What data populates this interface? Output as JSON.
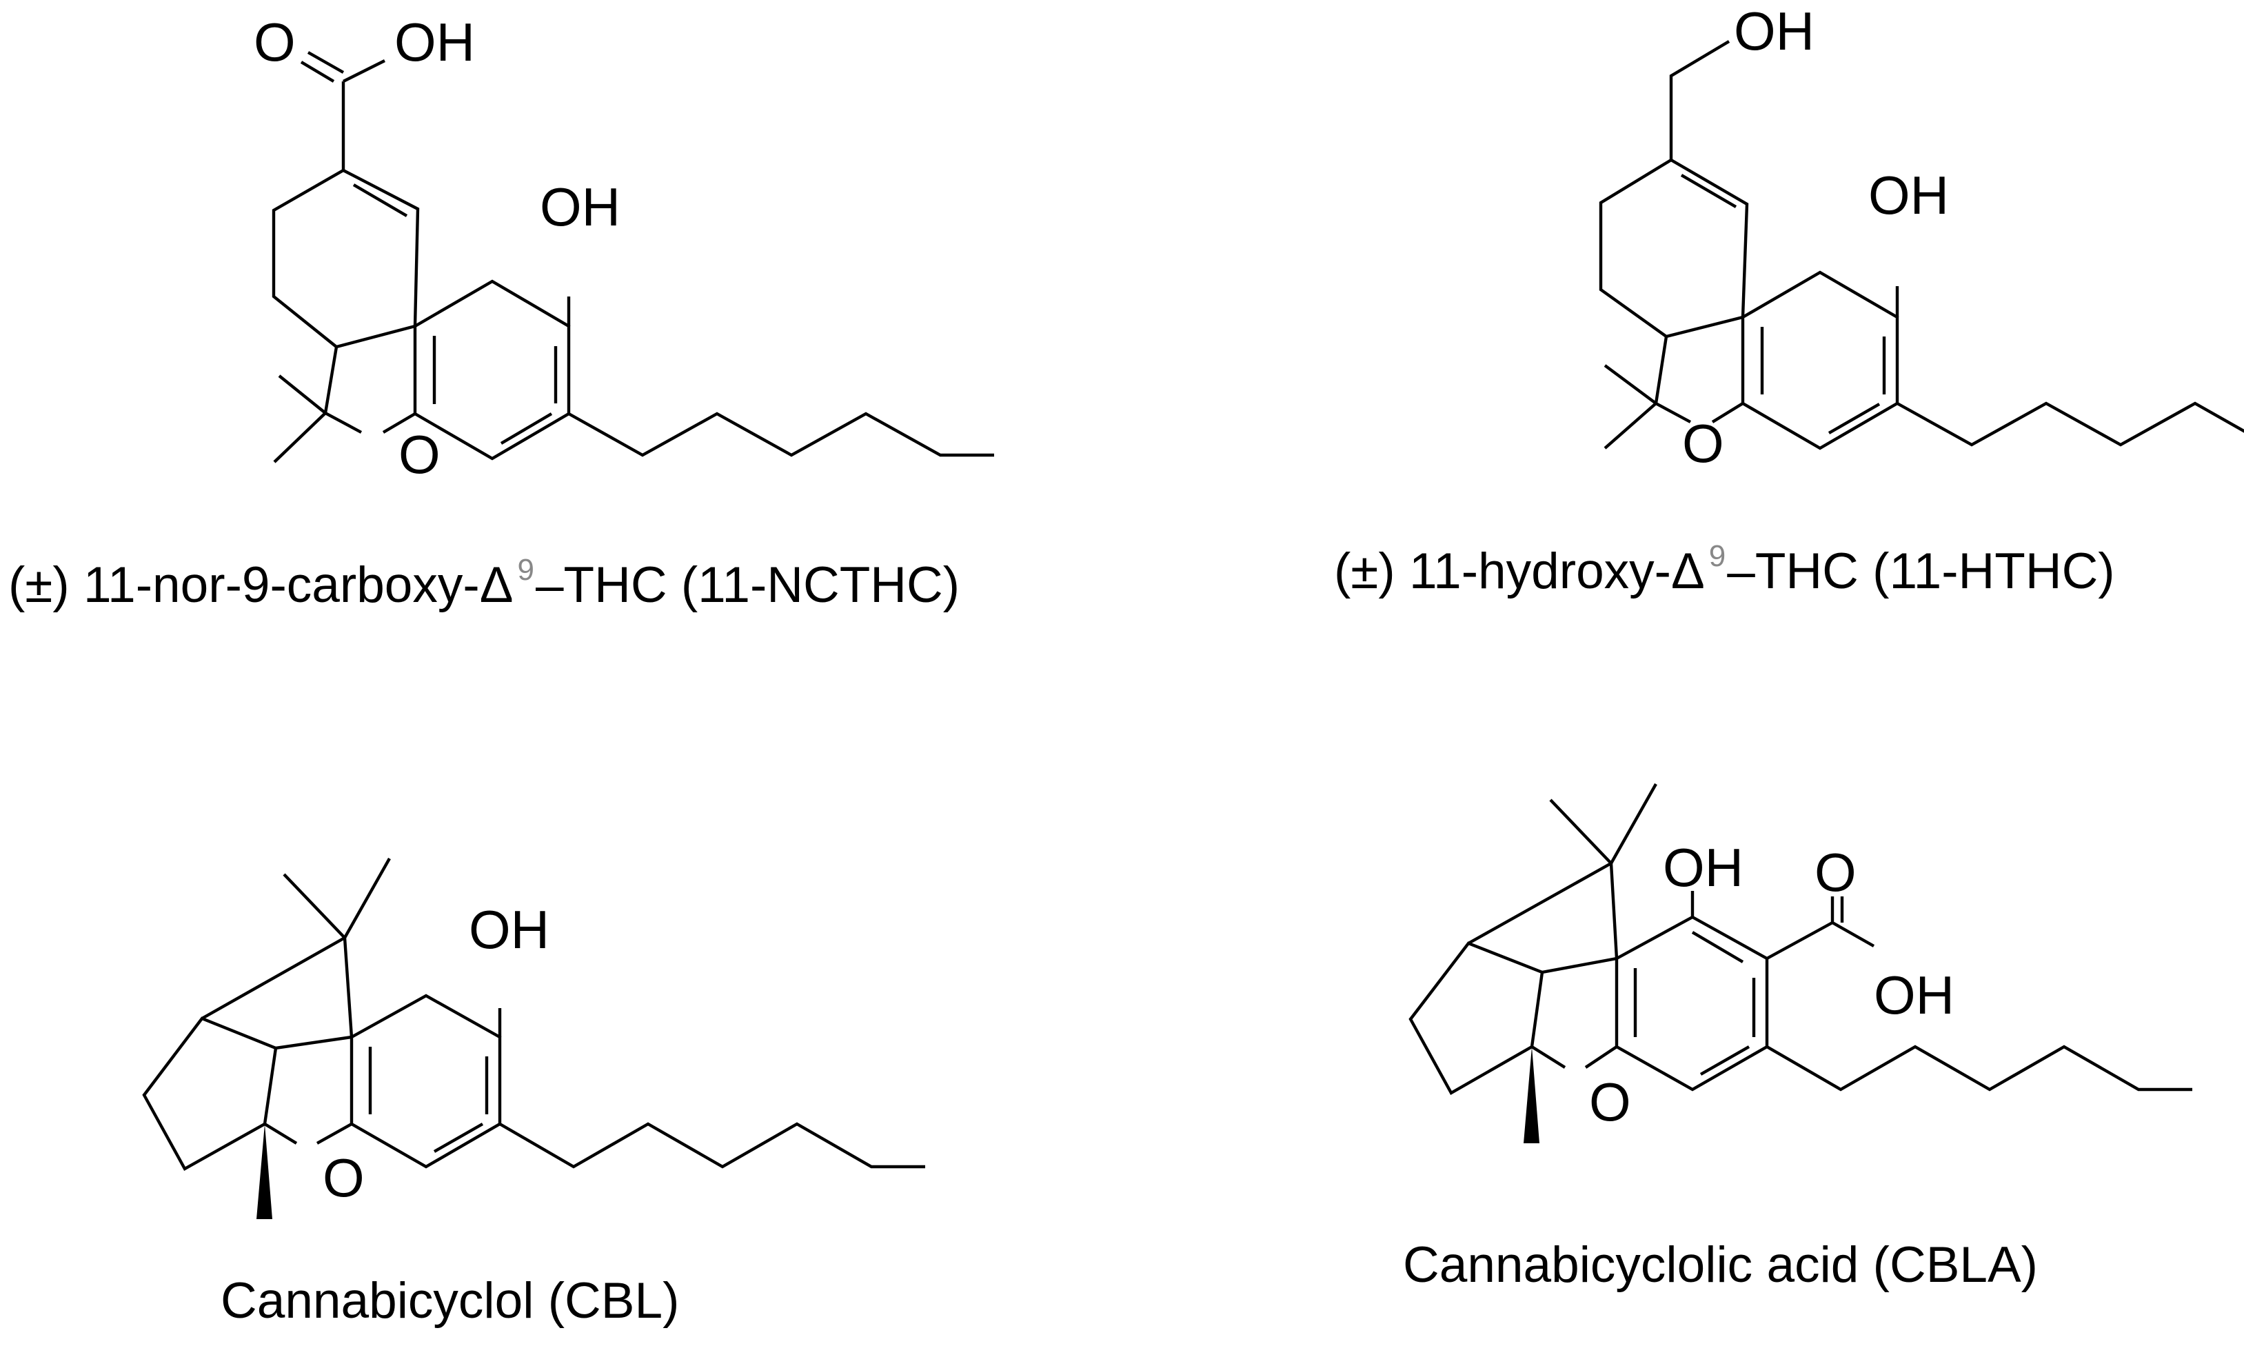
{
  "structures": [
    {
      "id": "a",
      "caption": {
        "prefix": "(±) 11-nor-9-carboxy-",
        "greek": "Δ",
        "sup": "9",
        "suffix": "–THC (11-NCTHC)"
      },
      "atoms": [
        "O",
        "OH",
        "OH",
        "O"
      ]
    },
    {
      "id": "b",
      "caption": {
        "prefix": "(±) 11-hydroxy-",
        "greek": "Δ",
        "sup": "9",
        "suffix": "–THC (11-HTHC)"
      },
      "atoms": [
        "OH",
        "OH",
        "O"
      ]
    },
    {
      "id": "c",
      "caption": {
        "prefix": "Cannabicyclol (CBL)",
        "greek": "",
        "sup": "",
        "suffix": ""
      },
      "atoms": [
        "OH",
        "O"
      ]
    },
    {
      "id": "d",
      "caption": {
        "prefix": "Cannabicyclolic acid (CBLA)",
        "greek": "",
        "sup": "",
        "suffix": ""
      },
      "atoms": [
        "OH",
        "O",
        "OH",
        "O"
      ]
    }
  ]
}
